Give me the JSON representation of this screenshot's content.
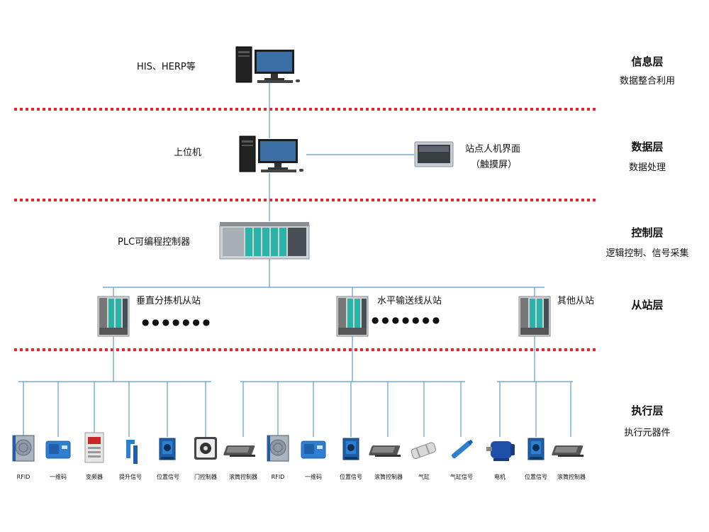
{
  "layers": [
    {
      "title": "信息层",
      "subtitle": "数据整合利用"
    },
    {
      "title": "数据层",
      "subtitle": "数据处理"
    },
    {
      "title": "控制层",
      "subtitle": "逻辑控制、信号采集"
    },
    {
      "title": "从站层",
      "subtitle": ""
    },
    {
      "title": "执行层",
      "subtitle": "执行元器件"
    }
  ],
  "nodes": {
    "his": "HIS、HERP等",
    "upper": "上位机",
    "hmi_line1": "站点人机界面",
    "hmi_line2": "（触摸屏）",
    "plc": "PLC可编程控制器",
    "slave1": "垂直分拣机从站",
    "slave2": "水平输送线从站",
    "slave3": "其他从站",
    "ellipsis": "● ● ● ● ● ● ●"
  },
  "devices": [
    {
      "label": "RFID",
      "icon": "rfid-reader-icon"
    },
    {
      "label": "一维码",
      "icon": "barcode-scanner-icon"
    },
    {
      "label": "变频器",
      "icon": "inverter-icon"
    },
    {
      "label": "提升信号",
      "icon": "lift-sensor-icon"
    },
    {
      "label": "位置信号",
      "icon": "position-sensor-icon"
    },
    {
      "label": "门控制器",
      "icon": "door-controller-icon"
    },
    {
      "label": "滚筒控制器",
      "icon": "roller-controller-icon"
    },
    {
      "label": "RFID",
      "icon": "rfid-reader-icon"
    },
    {
      "label": "一维码",
      "icon": "barcode-scanner-icon"
    },
    {
      "label": "位置信号",
      "icon": "position-sensor-icon"
    },
    {
      "label": "滚筒控制器",
      "icon": "roller-controller-icon"
    },
    {
      "label": "气缸",
      "icon": "cylinder-icon"
    },
    {
      "label": "气缸信号",
      "icon": "cylinder-sensor-icon"
    },
    {
      "label": "电机",
      "icon": "motor-icon"
    },
    {
      "label": "位置信号",
      "icon": "position-sensor-icon"
    },
    {
      "label": "滚筒控制器",
      "icon": "roller-controller-icon"
    }
  ],
  "colors": {
    "line": "#5b9bd5",
    "divider": "#e8252a",
    "module": "#2bb3a7"
  }
}
